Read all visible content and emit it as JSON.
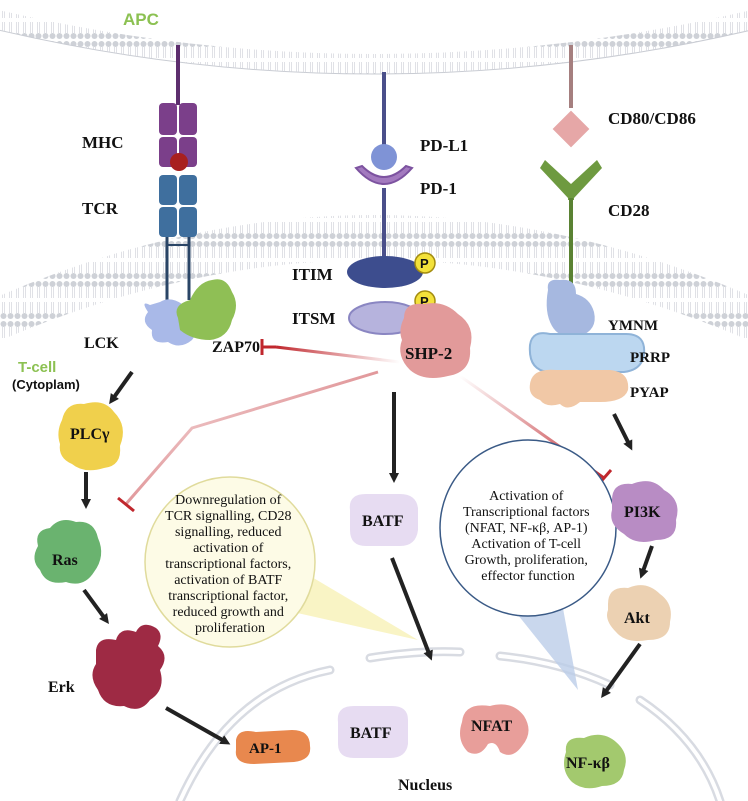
{
  "labels": {
    "apc": "APC",
    "mhc": "MHC",
    "tcr": "TCR",
    "pdl1": "PD-L1",
    "pd1": "PD-1",
    "cd80": "CD80/CD86",
    "cd28": "CD28",
    "itim": "ITIM",
    "itsm": "ITSM",
    "p1": "P",
    "p2": "P",
    "lck": "LCK",
    "zap70": "ZAP70",
    "shp2": "SHP-2",
    "ymnm": "YMNM",
    "prrp": "PRRP",
    "pyap": "PYAP",
    "tcell": "T-cell",
    "cytoplam": "(Cytoplam)",
    "plcg": "PLCγ",
    "ras": "Ras",
    "erk": "Erk",
    "batf1": "BATF",
    "batf2": "BATF",
    "pi3k": "PI3K",
    "akt": "Akt",
    "ap1": "AP-1",
    "nfat": "NFAT",
    "nfkb": "NF-κβ",
    "nucleus": "Nucleus"
  },
  "callouts": {
    "left": [
      "Downregulation of",
      "TCR signalling, CD28",
      "signalling, reduced",
      "activation of",
      "transcriptional factors,",
      "activation of BATF",
      "transcriptional factor,",
      "reduced growth and",
      "proliferation"
    ],
    "right": [
      "Activation of",
      "Transcriptional factors",
      "(NFAT, NF-κβ, AP-1)",
      "Activation of T-cell",
      "Growth, proliferation,",
      "effector function"
    ]
  },
  "colors": {
    "membrane": "#c9ccd3",
    "apc_green": "#8cc152",
    "mhc_purple": "#7b3f8a",
    "tcr_blue": "#3f6f9e",
    "inhibition_red": "#c0272d"
  }
}
